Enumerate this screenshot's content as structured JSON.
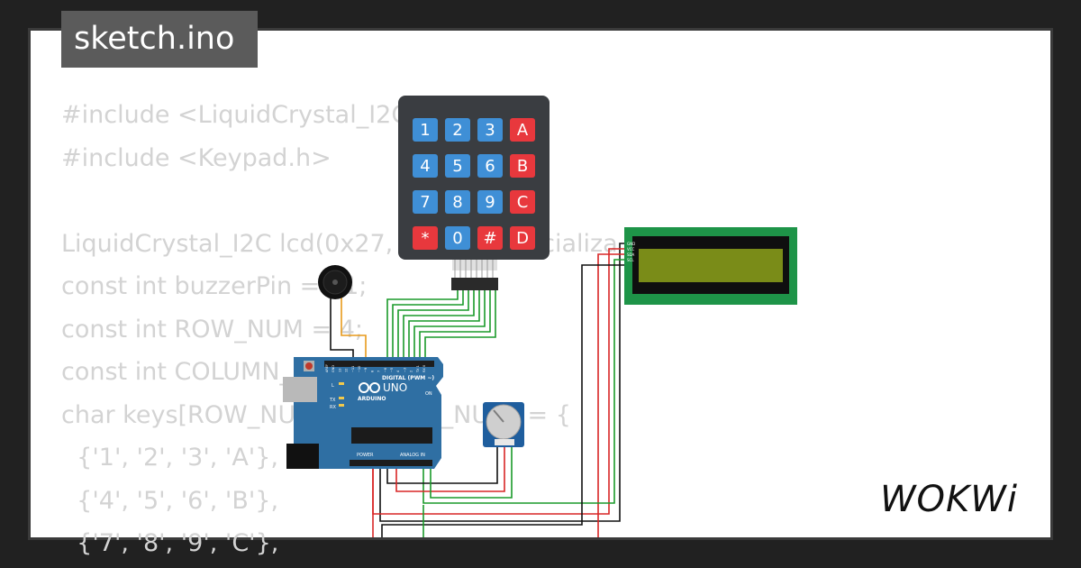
{
  "file_tab": {
    "label": "sketch.ino"
  },
  "code_lines": [
    "#include <LiquidCrystal_I2C.h>",
    "#include <Keypad.h>",
    "",
    "LiquidCrystal_I2C lcd(0x27, 16, 2); // Inicializa",
    "const int buzzerPin = 11;",
    "const int ROW_NUM = 4;",
    "const int COLUMN_NUM = 4;",
    "char keys[ROW_NUM][COLUMN_NUM] = {",
    "  {'1', '2', '3', 'A'},",
    "  {'4', '5', '6', 'B'},",
    "  {'7', '8', '9', 'C'},"
  ],
  "keypad": {
    "keys": [
      [
        "1",
        "2",
        "3",
        "A"
      ],
      [
        "4",
        "5",
        "6",
        "B"
      ],
      [
        "7",
        "8",
        "9",
        "C"
      ],
      [
        "*",
        "0",
        "#",
        "D"
      ]
    ],
    "colors": {
      "number": "#3f8fd6",
      "letter": "#e8383d",
      "frame": "#3a3d41"
    }
  },
  "lcd": {
    "pins": [
      "GND",
      "VCC",
      "SDA",
      "SCL"
    ],
    "screen_color": "#7a8c18",
    "frame_color": "#1e9448"
  },
  "arduino": {
    "logo": "ARDUINO",
    "model": "UNO",
    "header_label": "DIGITAL (PWM ~)",
    "power_label": "POWER",
    "analog_label": "ANALOG IN",
    "side_labels": [
      "L",
      "TX",
      "RX"
    ],
    "on_label": "ON",
    "top_pins": [
      "AREF",
      "GND",
      "13",
      "12",
      "~11",
      "~10",
      "~9",
      "8",
      "7",
      "~6",
      "~5",
      "4",
      "~3",
      "2",
      "TX 1",
      "RX 0"
    ],
    "board_color": "#2f6fa3"
  },
  "brand": {
    "name": "WOKWi"
  },
  "wire_colors": {
    "ground": "#111111",
    "power": "#d92626",
    "signal": "#1a9a2a",
    "buzzer": "#e89a1a"
  }
}
